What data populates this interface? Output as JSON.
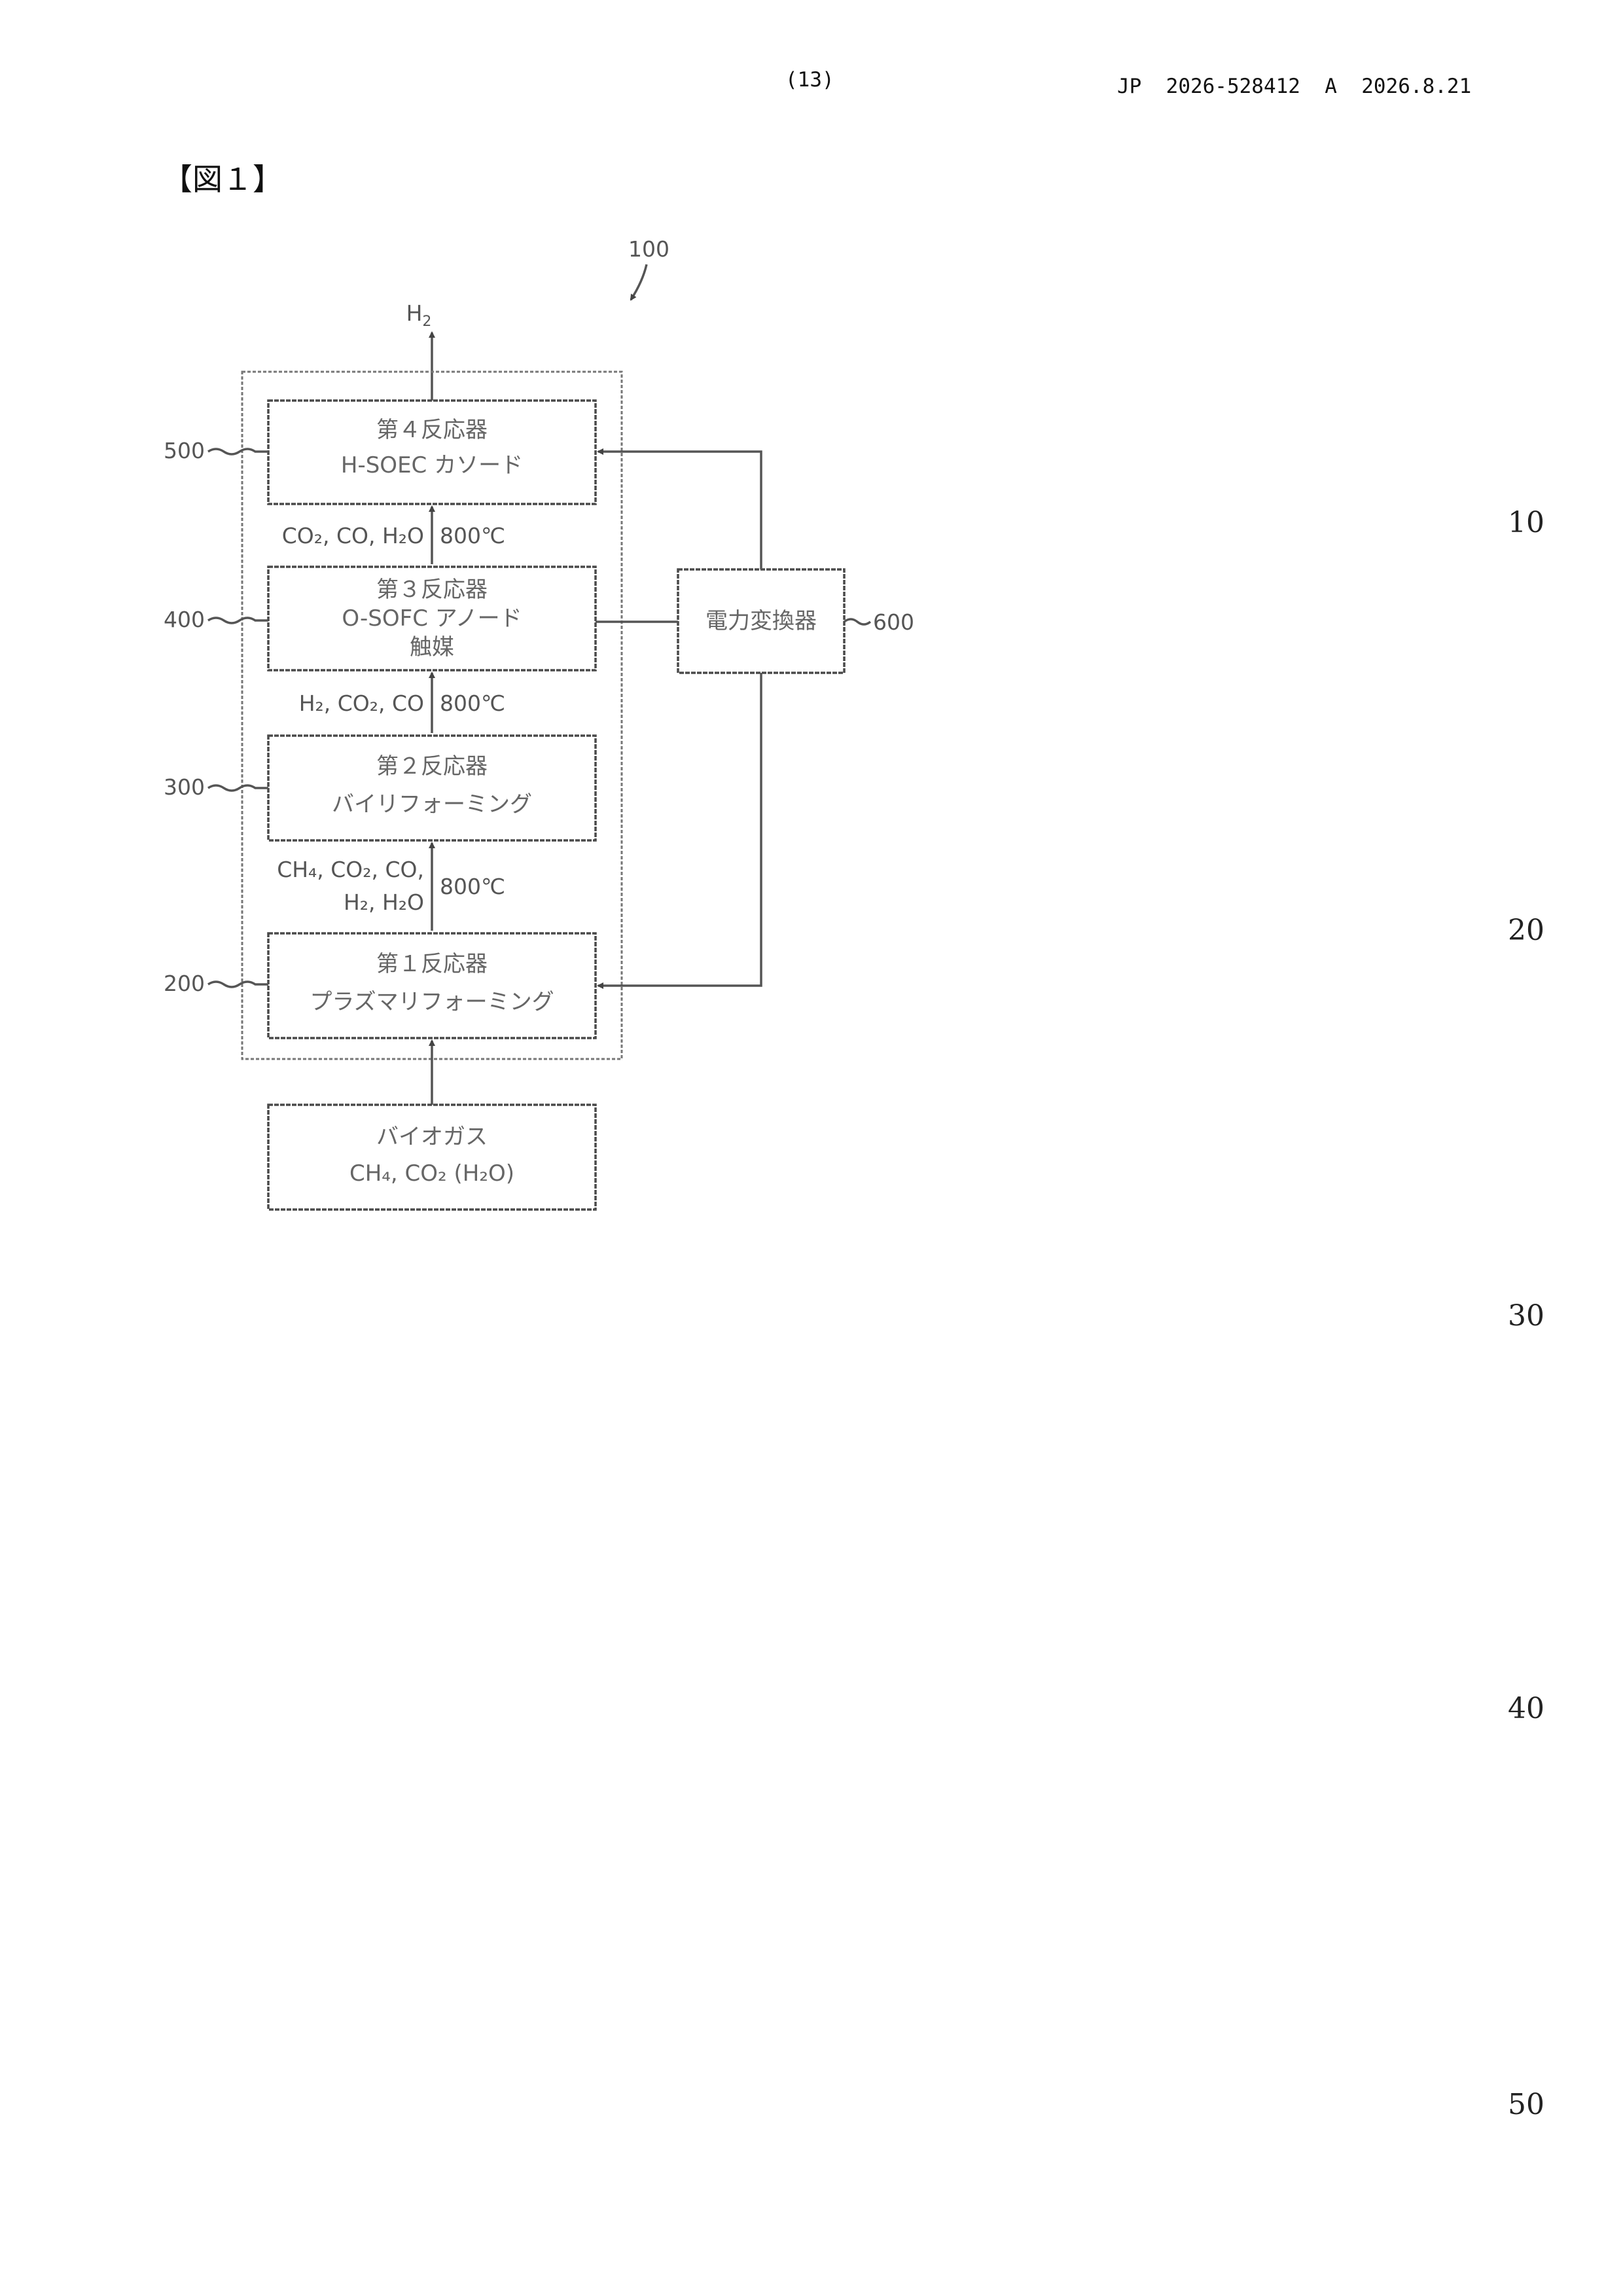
{
  "header": {
    "page_number": "(13)",
    "publication": "JP  2026-528412  A  2026.8.21"
  },
  "figure_label": "【図１】",
  "line_numbers": [
    "10",
    "20",
    "30",
    "40",
    "50"
  ],
  "diagram": {
    "ref_system": "100",
    "output": {
      "text": "H",
      "sub": "2"
    },
    "blocks": [
      {
        "ref": "500",
        "line1": "第４反応器",
        "line2": "H-SOEC カソード",
        "line3": ""
      },
      {
        "ref": "400",
        "line1": "第３反応器",
        "line2": "O-SOFC アノード",
        "line3": "触媒"
      },
      {
        "ref": "300",
        "line1": "第２反応器",
        "line2": "バイリフォーミング",
        "line3": ""
      },
      {
        "ref": "200",
        "line1": "第１反応器",
        "line2": "プラズマリフォーミング",
        "line3": ""
      }
    ],
    "input_block": {
      "line1": "バイオガス",
      "line2": "CH₄, CO₂ (H₂O)"
    },
    "converter": {
      "ref": "600",
      "label": "電力変換器"
    },
    "streams": [
      {
        "between": "400-500",
        "gases": "CO₂, CO, H₂O",
        "gases2": "",
        "temp": "800℃"
      },
      {
        "between": "300-400",
        "gases": "H₂, CO₂, CO",
        "gases2": "",
        "temp": "800℃"
      },
      {
        "between": "200-300",
        "gases": "CH₄, CO₂, CO,",
        "gases2": "H₂, H₂O",
        "temp": "800℃"
      }
    ]
  }
}
